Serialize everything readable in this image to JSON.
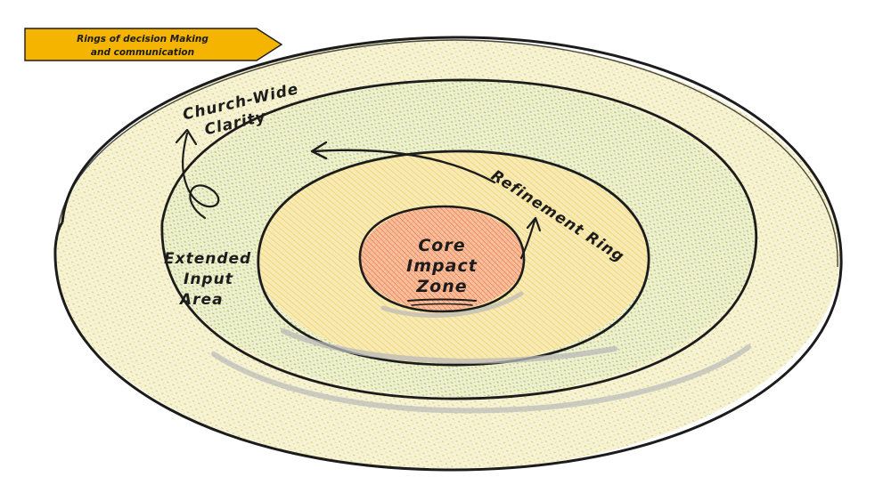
{
  "banner": {
    "line1": "Rings of decision Making",
    "line2": "and communication",
    "color": "#f5b400"
  },
  "rings": {
    "outer": {
      "line1": "Church-Wide",
      "line2": "Clarity",
      "fill": "#f6f3d2",
      "dots": "#e6c86a"
    },
    "extended": {
      "line1": "Extended",
      "line2": "Input",
      "line3": "Area",
      "fill": "#eef0d0",
      "dots": "#a9c46a"
    },
    "refinement": {
      "label": "Refinement Ring",
      "fill": "#f7eab2",
      "hatch": "#f0c53c"
    },
    "core": {
      "line1": "Core",
      "line2": "Impact",
      "line3": "Zone",
      "fill": "#f6b58f",
      "hatch": "#e84a3a"
    }
  },
  "colors": {
    "outline": "#1c1c1c",
    "shadow": "#b8b8b8"
  }
}
